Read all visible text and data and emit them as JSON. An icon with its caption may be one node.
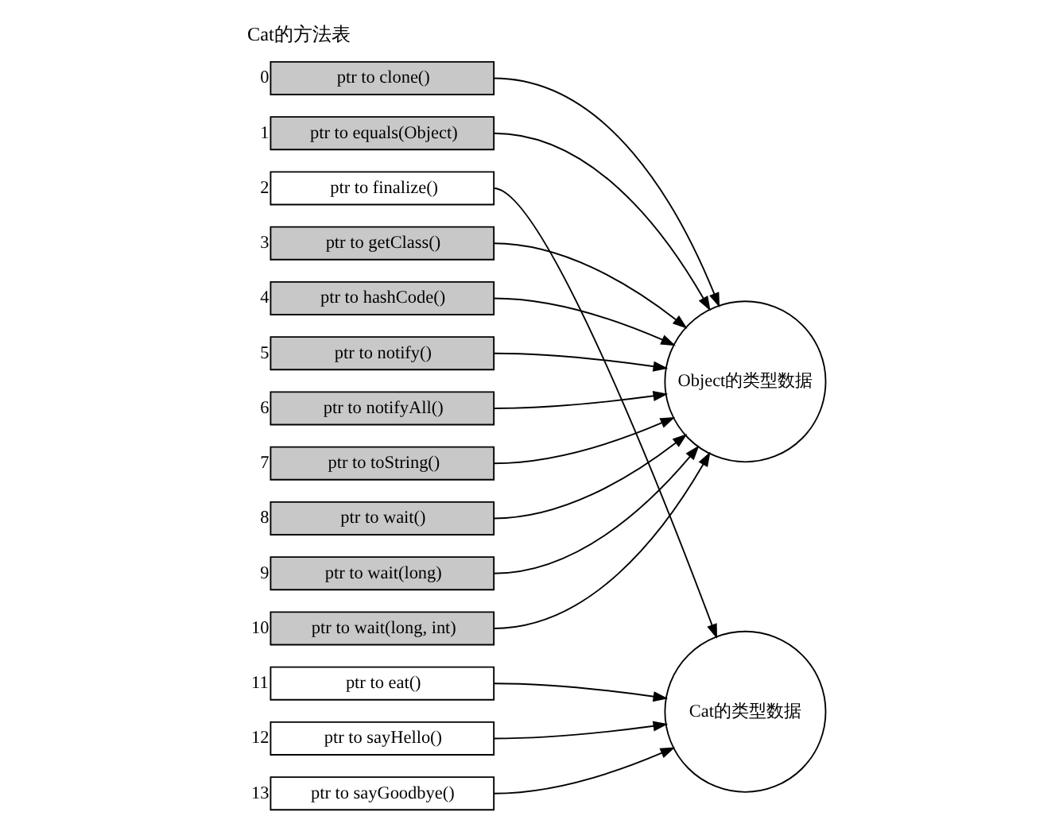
{
  "diagram": {
    "title": "Cat的方法表",
    "nodes": [
      {
        "text": [
          "ptr to clone()"
        ],
        "beside": [
          "0"
        ]
      },
      {
        "text": [
          "ptr to equals(Object)"
        ],
        "beside": [
          "1"
        ]
      },
      {
        "text": [
          "ptr to finalize()"
        ],
        "beside": [
          "2"
        ]
      },
      {
        "text": [
          "ptr to getClass()"
        ],
        "beside": [
          "3"
        ]
      },
      {
        "text": [
          "ptr to hashCode()"
        ],
        "beside": [
          "4"
        ]
      },
      {
        "text": [
          "ptr to notify()"
        ],
        "beside": [
          "5"
        ]
      },
      {
        "text": [
          "ptr to notifyAll()"
        ],
        "beside": [
          "6"
        ]
      },
      {
        "text": [
          "ptr to toString()"
        ],
        "beside": [
          "7"
        ]
      },
      {
        "text": [
          "ptr to wait()"
        ],
        "beside": [
          "8"
        ]
      },
      {
        "text": [
          "ptr to wait(long)"
        ],
        "beside": [
          "9"
        ]
      },
      {
        "text": [
          "ptr to wait(long, int)"
        ],
        "beside": [
          "10"
        ]
      },
      {
        "text": [
          "ptr to eat()"
        ],
        "beside": [
          "11"
        ]
      },
      {
        "text": [
          "ptr to sayHello()"
        ],
        "beside": [
          "12"
        ]
      },
      {
        "text": [
          "ptr to sayGoodbye()"
        ],
        "beside": [
          "13"
        ]
      },
      {
        "text": [
          "Object的类型数据"
        ]
      },
      {
        "text": [
          "Cat的类型数据"
        ]
      }
    ],
    "edges": [
      {
        "from": 0,
        "to": 14,
        "arrow": "to"
      },
      {
        "from": 1,
        "to": 14,
        "arrow": "to"
      },
      {
        "from": 2,
        "to": 15,
        "arrow": "to"
      },
      {
        "from": 3,
        "to": 14,
        "arrow": "to"
      },
      {
        "from": 4,
        "to": 14,
        "arrow": "to"
      },
      {
        "from": 5,
        "to": 14,
        "arrow": "to"
      },
      {
        "from": 6,
        "to": 14,
        "arrow": "to"
      },
      {
        "from": 7,
        "to": 14,
        "arrow": "to"
      },
      {
        "from": 8,
        "to": 14,
        "arrow": "to"
      },
      {
        "from": 9,
        "to": 14,
        "arrow": "to"
      },
      {
        "from": 10,
        "to": 14,
        "arrow": "to"
      },
      {
        "from": 11,
        "to": 15,
        "arrow": "to"
      },
      {
        "from": 12,
        "to": 15,
        "arrow": "to"
      },
      {
        "from": 13,
        "to": 15,
        "arrow": "to"
      }
    ]
  }
}
